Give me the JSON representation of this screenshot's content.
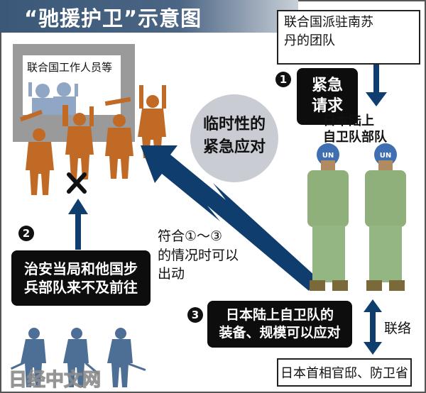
{
  "title": "“驰援护卫”示意图",
  "un_team_box": {
    "line1": "联合国派驻南苏",
    "line2": "丹的团队"
  },
  "step1": {
    "num": "1",
    "line1": "紧急",
    "line2": "请求"
  },
  "gsdf_label": {
    "line1": "日本陆上",
    "line2": "自卫队部队"
  },
  "un_staff_label": "联合国工作人员等",
  "center_circle": {
    "line1": "临时性的",
    "line2": "紧急应对"
  },
  "step2": {
    "num": "2",
    "line1": "治安当局和他国步",
    "line2": "兵部队来不及前往"
  },
  "condition": {
    "line1": "符合①～③",
    "line2": "的情况时可以",
    "line3": "出动"
  },
  "step3": {
    "num": "3",
    "line1": "日本陆上自卫队的",
    "line2": "装备、规模可以应对"
  },
  "liaison": "联络",
  "gov_box": "日本首相官邸、防卫省",
  "helmet_text": "UN",
  "watermark": "日经中文网",
  "colors": {
    "arrow": "#0f3d6e",
    "rioter": "#c06a25",
    "soldier_blue": "#4e6f95",
    "camo": "#8fb07a"
  }
}
